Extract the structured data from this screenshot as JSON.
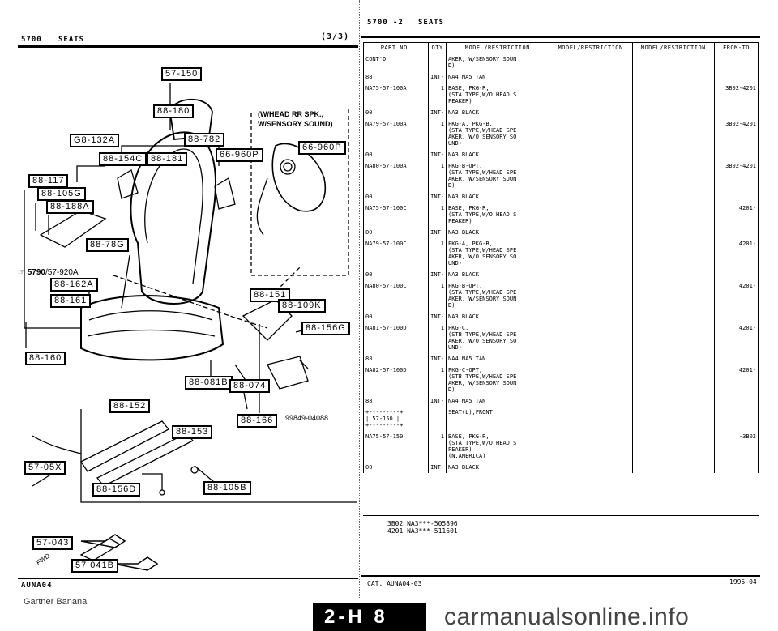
{
  "left_page": {
    "header_code": "5700",
    "header_title": "SEATS",
    "header_page": "(3/3)",
    "note_line1": "(W/HEAD RR SPK.,",
    "note_line2": "W/SENSORY SOUND)",
    "ref_number": "5790",
    "ref_suffix": "/57-920A",
    "part_code": "99849-04088",
    "footer_code": "AUNA04",
    "fwd_label": "FWD",
    "tags": [
      "57-150",
      "88-180",
      "G8-132A",
      "88-782",
      "88-154C",
      "88-181",
      "66-960P",
      "66-960P",
      "88-117",
      "88-105G",
      "88-188A",
      "88-78G",
      "88-162A",
      "88-161",
      "88-151",
      "88-109K",
      "88-156G",
      "88-160",
      "88-081B",
      "88-074",
      "88-152",
      "88-166",
      "88-153",
      "57-05X",
      "88-156D",
      "88-105B",
      "57-043",
      "57 041B"
    ]
  },
  "right_page": {
    "header_code": "5700",
    "header_dash": "-2",
    "header_title": "SEATS",
    "columns": [
      "PART NO.",
      "QTY",
      "MODEL/RESTRICTION",
      "MODEL/RESTRICTION",
      "MODEL/RESTRICTION",
      "FROM-TO"
    ],
    "rows": [
      {
        "part": "CONT'D",
        "qty": "",
        "desc": "AKER, W/SENSORY SOUN\nD)",
        "from": ""
      },
      {
        "part": "88",
        "qty": "INT-",
        "desc": "NA4 NA5 TAN",
        "from": ""
      },
      {
        "part": "NA75-57-100A",
        "qty": "1",
        "desc": "BASE, PKG-R,\n(STA TYPE,W/O HEAD S\nPEAKER)",
        "from": "3B02-4201"
      },
      {
        "part": "00",
        "qty": "INT-",
        "desc": "NA3 BLACK",
        "from": ""
      },
      {
        "part": "NA79-57-100A",
        "qty": "1",
        "desc": "PKG-A, PKG-B,\n(STA TYPE,W/HEAD SPE\nAKER, W/O SENSORY SO\nUND)",
        "from": "3B02-4201"
      },
      {
        "part": "00",
        "qty": "INT-",
        "desc": "NA3 BLACK",
        "from": ""
      },
      {
        "part": "NA80-57-100A",
        "qty": "1",
        "desc": "PKG-B-OPT,\n(STA TYPE,W/HEAD SPE\nAKER, W/SENSORY SOUN\nD)",
        "from": "3B02-4201"
      },
      {
        "part": "00",
        "qty": "INT-",
        "desc": "NA3 BLACK",
        "from": ""
      },
      {
        "part": "NA75-57-100C",
        "qty": "1",
        "desc": "BASE, PKG-R,\n(STA TYPE,W/O HEAD S\nPEAKER)",
        "from": "4201-"
      },
      {
        "part": "00",
        "qty": "INT-",
        "desc": "NA3 BLACK",
        "from": ""
      },
      {
        "part": "NA79-57-100C",
        "qty": "1",
        "desc": "PKG-A, PKG-B,\n(STA TYPE,W/HEAD SPE\nAKER, W/O SENSORY SO\nUND)",
        "from": "4201-"
      },
      {
        "part": "00",
        "qty": "INT-",
        "desc": "NA3 BLACK",
        "from": ""
      },
      {
        "part": "NA80-57-100C",
        "qty": "1",
        "desc": "PKG-B-OPT,\n(STA TYPE,W/HEAD SPE\nAKER, W/SENSORY SOUN\nD)",
        "from": "4201-"
      },
      {
        "part": "00",
        "qty": "INT-",
        "desc": "NA3 BLACK",
        "from": ""
      },
      {
        "part": "NA81-57-100D",
        "qty": "1",
        "desc": "PKG-C,\n(STB TYPE,W/HEAD SPE\nAKER, W/O SENSORY SO\nUND)",
        "from": "4201-"
      },
      {
        "part": "88",
        "qty": "INT-",
        "desc": "NA4 NA5 TAN",
        "from": ""
      },
      {
        "part": "NA82-57-100D",
        "qty": "1",
        "desc": "PKG-C-OPT,\n(STB TYPE,W/HEAD SPE\nAKER, W/SENSORY SOUN\nD)",
        "from": "4201-"
      },
      {
        "part": "88",
        "qty": "INT-",
        "desc": "NA4 NA5 TAN",
        "from": ""
      },
      {
        "part": "+---------+\n| 57-150 |\n+---------+",
        "qty": "",
        "desc": "SEAT(L),FRONT",
        "from": ""
      },
      {
        "part": "NA75-57-150",
        "qty": "1",
        "desc": "BASE, PKG-R,\n(STA TYPE,W/O HEAD S\nPEAKER)\n(N.AMERICA)",
        "from": "-3B02"
      },
      {
        "part": "00",
        "qty": "INT-",
        "desc": "NA3 BLACK",
        "from": ""
      }
    ],
    "footnote1": "3B02 NA3***-505896",
    "footnote2": "4201 NA3***-511601",
    "footer_cat": "CAT. AUNA04-03",
    "footer_date": "1995-04"
  },
  "bottom": {
    "credit": "Gartner Banana",
    "page_tab": "2-H 8",
    "site": "carmanualsonline.info"
  }
}
